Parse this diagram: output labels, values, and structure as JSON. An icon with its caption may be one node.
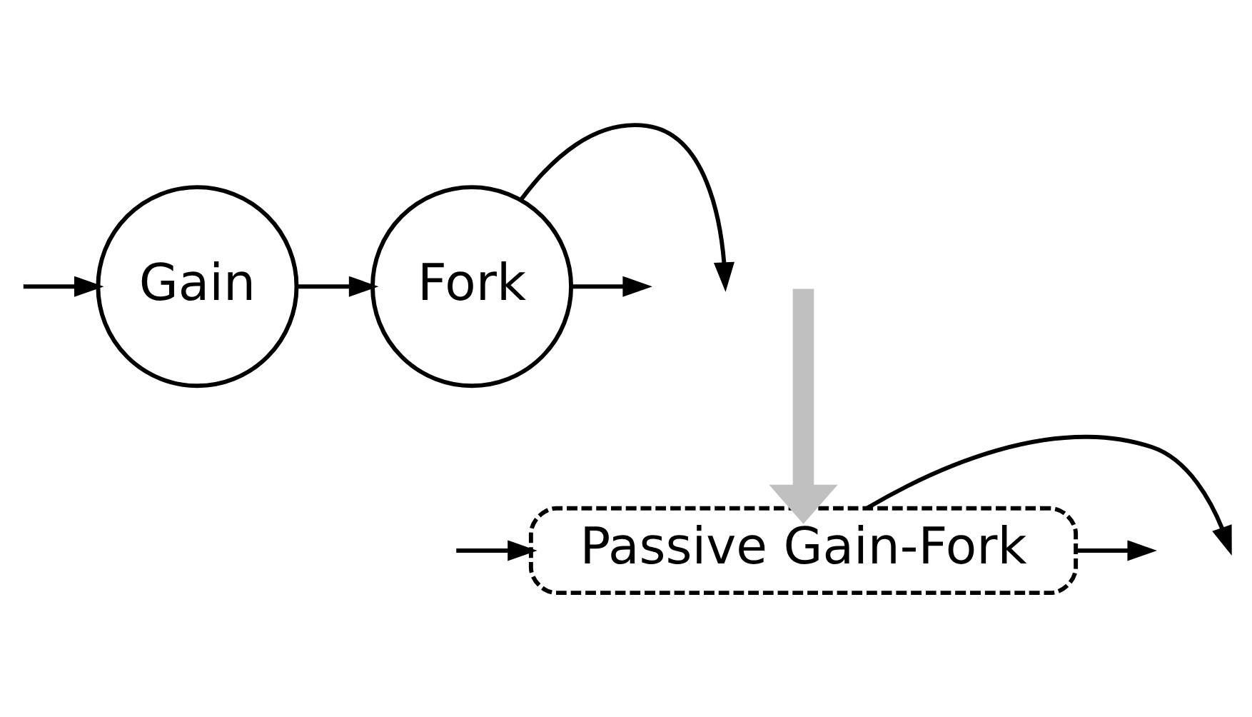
{
  "diagram": {
    "nodes": [
      {
        "text": [
          "Gain"
        ]
      },
      {
        "text": [
          "Fork"
        ]
      },
      {
        "text": [
          "Passive Gain-Fork"
        ]
      }
    ],
    "edges": [
      {
        "from": null,
        "to": 0,
        "arrow": "to"
      },
      {
        "from": 0,
        "to": 1,
        "arrow": "to"
      },
      {
        "from": 1,
        "to": null,
        "arrow": "to"
      },
      {
        "from": 1,
        "to": null,
        "arrow": "to"
      },
      {
        "from": 2,
        "to": null,
        "arrow": "to"
      },
      {
        "from": null,
        "to": 2,
        "arrow": "to",
        "style": "thick",
        "color": "#c0c0c0"
      },
      {
        "from": null,
        "to": 2,
        "arrow": "to"
      },
      {
        "from": 2,
        "to": null,
        "arrow": "to"
      }
    ]
  }
}
